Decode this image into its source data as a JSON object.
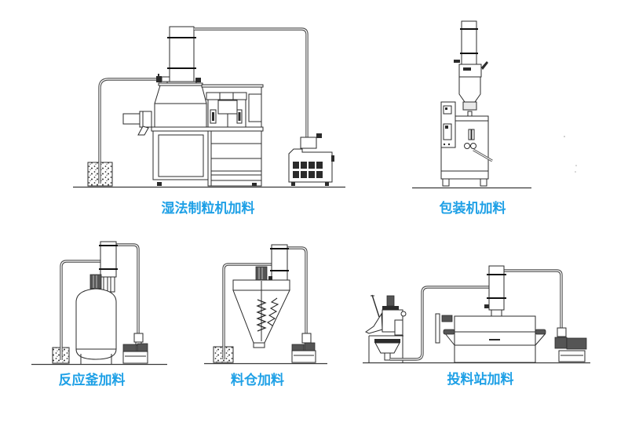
{
  "figure": {
    "panels": [
      {
        "id": "wet-granulator",
        "label": "湿法制粒机加料"
      },
      {
        "id": "packaging-machine",
        "label": "包装机加料"
      },
      {
        "id": "reactor",
        "label": "反应釜加料"
      },
      {
        "id": "silo",
        "label": "料仓加料"
      },
      {
        "id": "dump-station",
        "label": "投料站加料"
      }
    ]
  },
  "colors": {
    "label": "#1ea0e6",
    "line": "#2b2b2b",
    "background": "#ffffff"
  }
}
